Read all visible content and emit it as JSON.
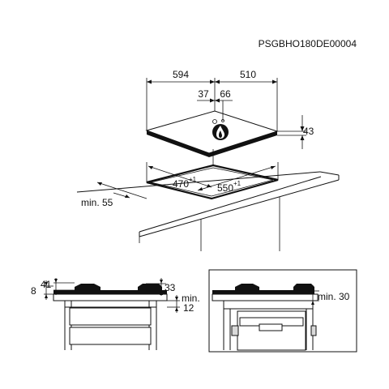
{
  "ref_code": "PSGBHO180DE00004",
  "top_view": {
    "width": "594",
    "depth": "510",
    "offset_left": "37",
    "offset_right": "66",
    "height": "43",
    "cutout_depth": "470",
    "cutout_depth_tol": "+1",
    "cutout_width": "550",
    "cutout_width_tol": "+1",
    "wall_min": "min. 55"
  },
  "side_view_left": {
    "dim_8": "8",
    "dim_41": "41",
    "dim_33": "33",
    "min_label": "min.",
    "min_value": "12"
  },
  "side_view_right": {
    "min_label": "min. 30"
  }
}
